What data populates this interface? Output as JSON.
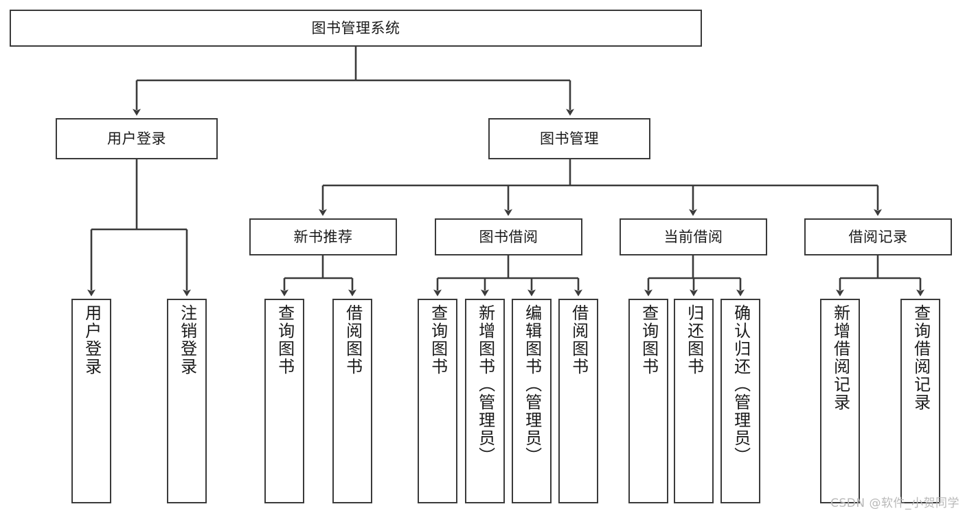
{
  "diagram": {
    "title": "图书管理系统",
    "type": "tree",
    "watermark": "CSDN @软件_小贺同学",
    "colors": {
      "box_border": "#3a3a3a",
      "box_fill": "#ffffff",
      "edge": "#3a3a3a",
      "text": "#1a1a1a",
      "watermark": "#b9b9b9",
      "background": "#ffffff"
    },
    "nodes": {
      "root": {
        "label": "图书管理系统"
      },
      "level1": [
        {
          "id": "user-login",
          "label": "用户登录"
        },
        {
          "id": "book-manage",
          "label": "图书管理"
        }
      ],
      "level2": [
        {
          "id": "new-book-rec",
          "label": "新书推荐"
        },
        {
          "id": "book-borrow",
          "label": "图书借阅"
        },
        {
          "id": "current-borrow",
          "label": "当前借阅"
        },
        {
          "id": "borrow-record",
          "label": "借阅记录"
        }
      ],
      "leaves": {
        "user-login": [
          {
            "id": "leaf-user-login",
            "label": "用户登录"
          },
          {
            "id": "leaf-user-logout",
            "label": "注销登录"
          }
        ],
        "new-book-rec": [
          {
            "id": "leaf-query-book-1",
            "label": "查询图书"
          },
          {
            "id": "leaf-borrow-book-1",
            "label": "借阅图书"
          }
        ],
        "book-borrow": [
          {
            "id": "leaf-query-book-2",
            "label": "查询图书"
          },
          {
            "id": "leaf-add-book",
            "label": "新增图书（管理员）"
          },
          {
            "id": "leaf-edit-book",
            "label": "编辑图书（管理员）"
          },
          {
            "id": "leaf-borrow-book-2",
            "label": "借阅图书"
          }
        ],
        "current-borrow": [
          {
            "id": "leaf-query-book-3",
            "label": "查询图书"
          },
          {
            "id": "leaf-return-book",
            "label": "归还图书"
          },
          {
            "id": "leaf-confirm-return",
            "label": "确认归还（管理员）"
          }
        ],
        "borrow-record": [
          {
            "id": "leaf-add-record",
            "label": "新增借阅记录"
          },
          {
            "id": "leaf-query-record",
            "label": "查询借阅记录"
          }
        ]
      }
    }
  }
}
